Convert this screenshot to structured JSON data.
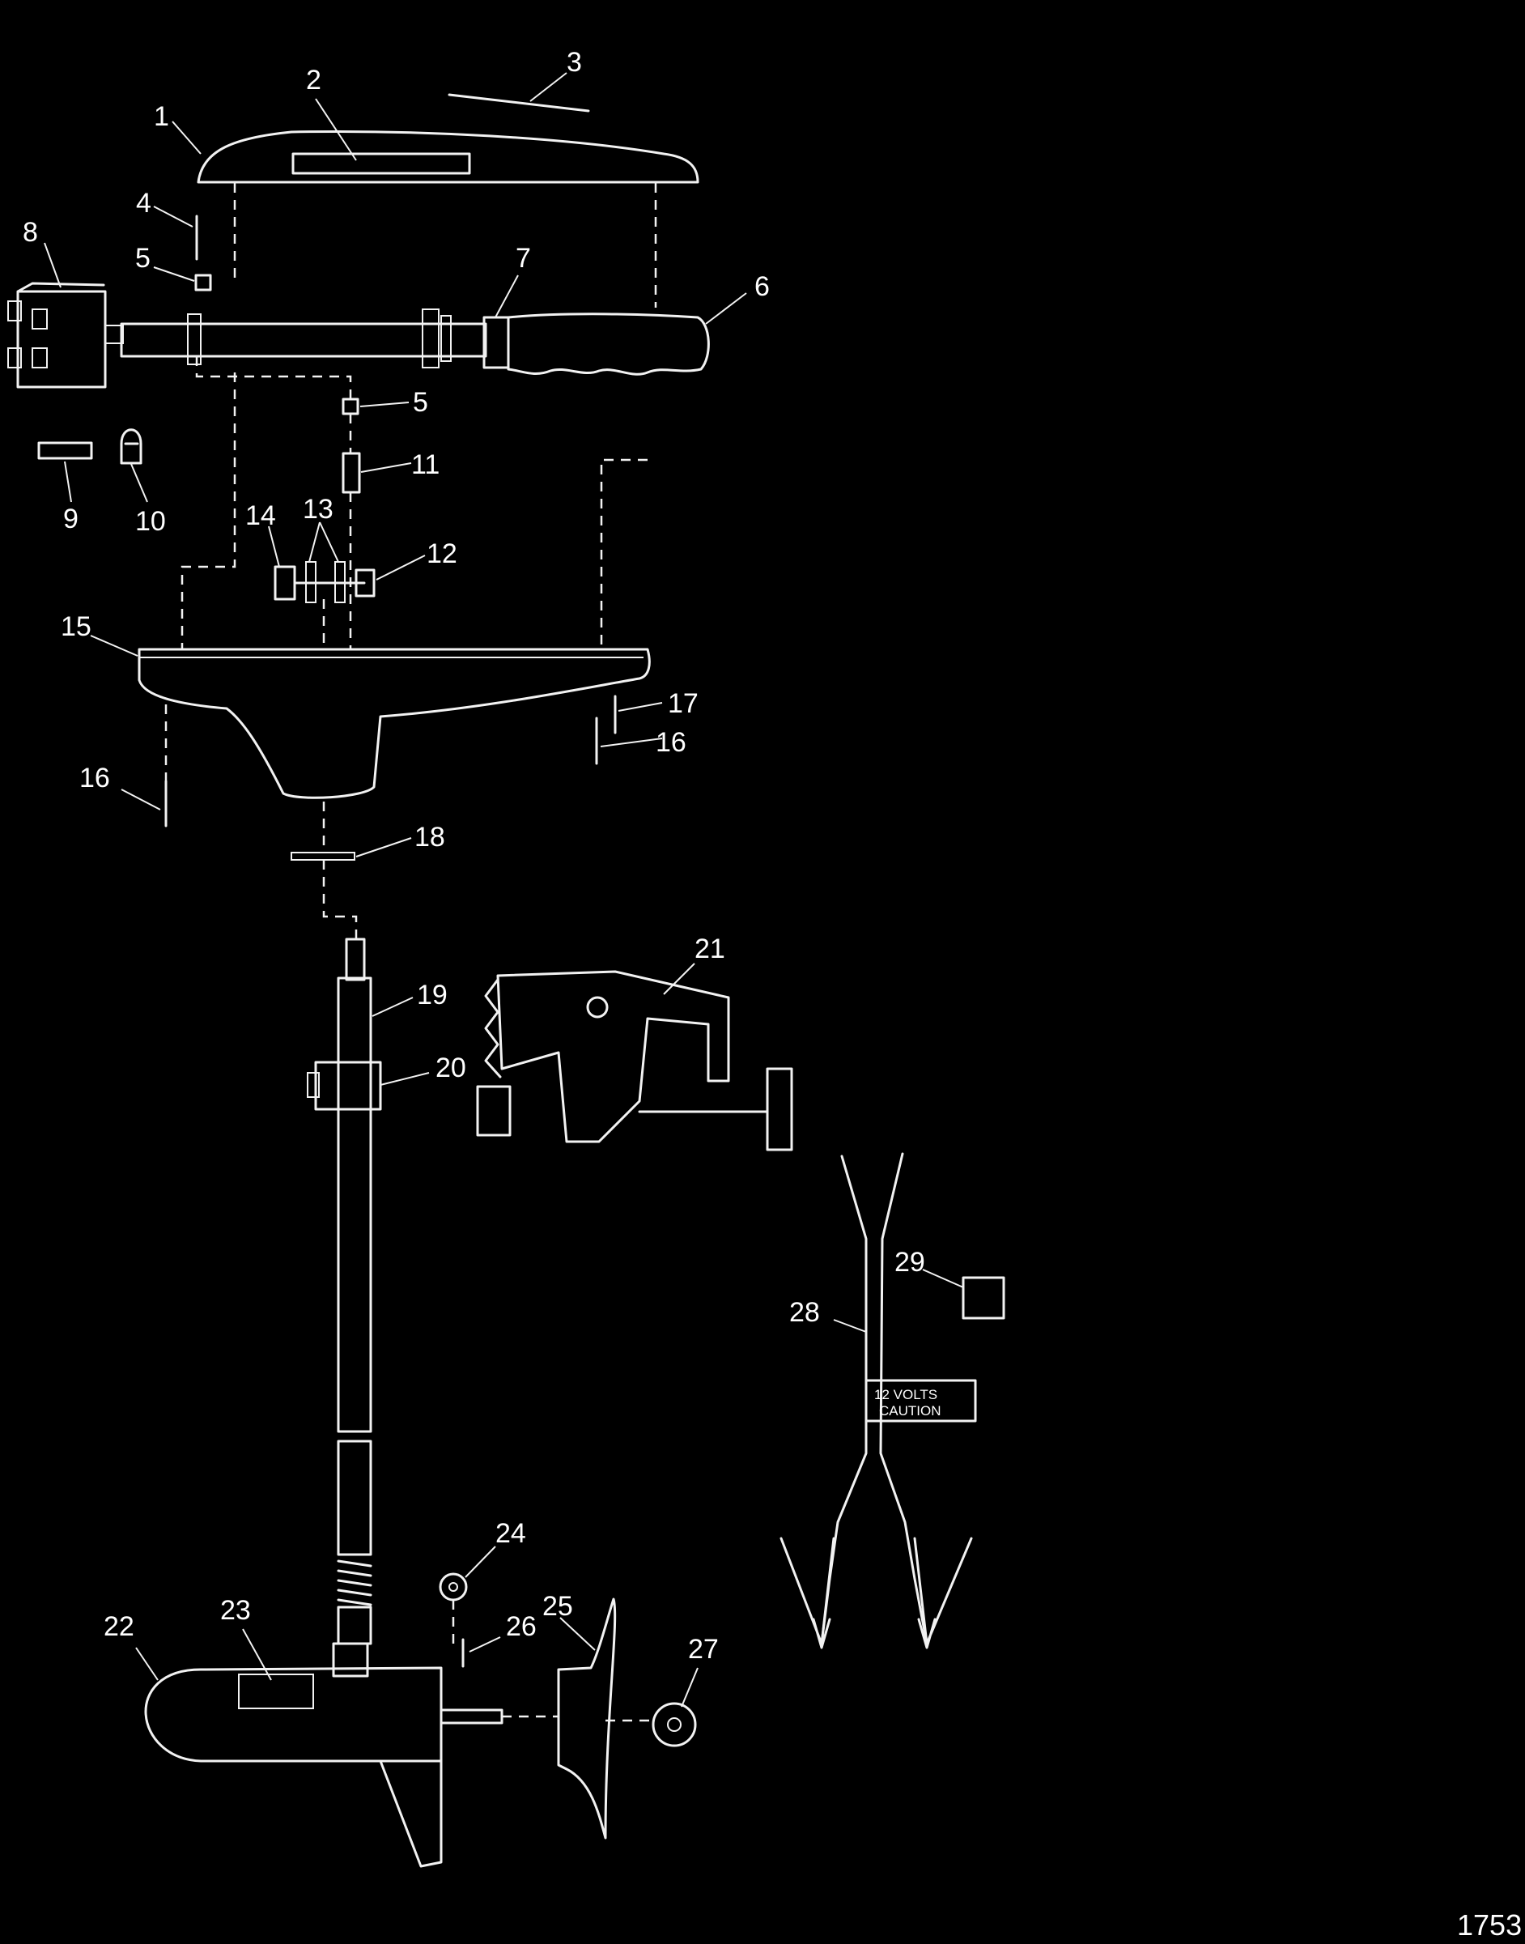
{
  "callouts": {
    "c1": "1",
    "c2": "2",
    "c3": "3",
    "c4": "4",
    "c5a": "5",
    "c5b": "5",
    "c6": "6",
    "c7": "7",
    "c8": "8",
    "c9": "9",
    "c10": "10",
    "c11": "11",
    "c12": "12",
    "c13": "13",
    "c14": "14",
    "c15": "15",
    "c16a": "16",
    "c16b": "16",
    "c17": "17",
    "c18": "18",
    "c19": "19",
    "c20": "20",
    "c21": "21",
    "c22": "22",
    "c23": "23",
    "c24": "24",
    "c25": "25",
    "c26": "26",
    "c27": "27",
    "c28": "28",
    "c29": "29"
  },
  "cable_label": {
    "line1": "12 VOLTS",
    "line2": "CAUTION"
  },
  "figure_number": "1753"
}
